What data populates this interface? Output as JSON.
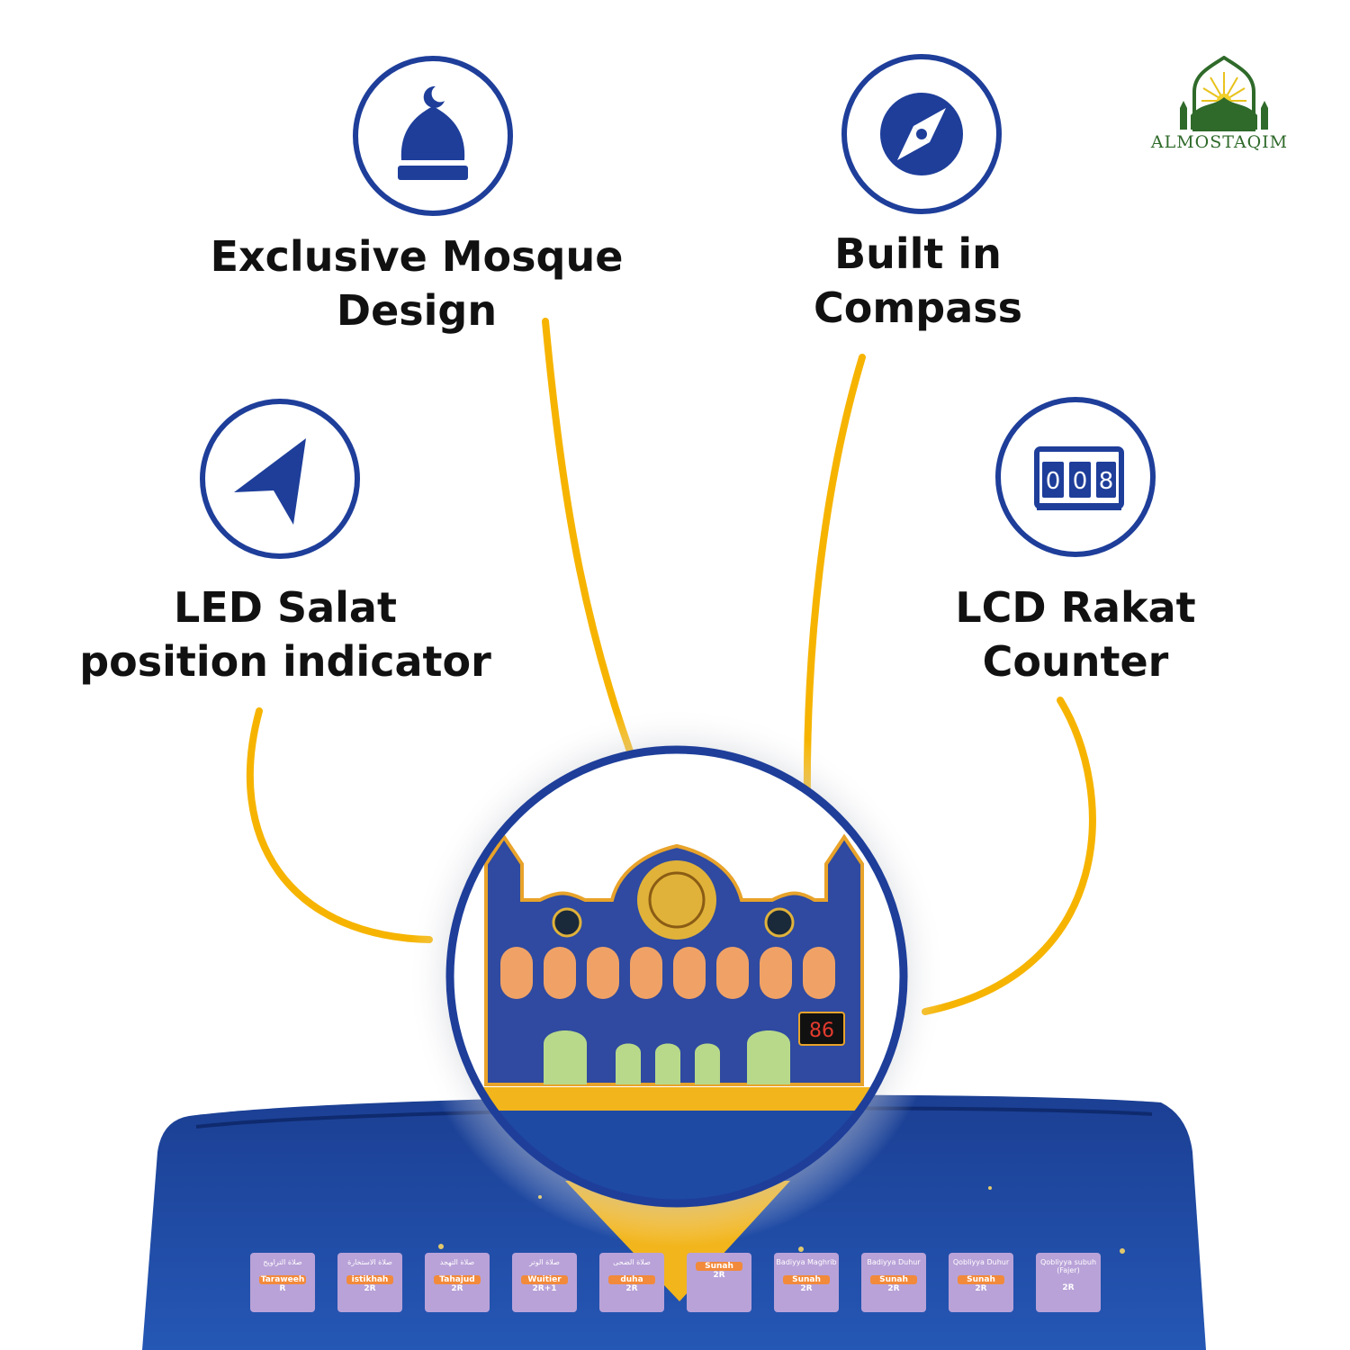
{
  "brand": {
    "name": "ALMOSTAQIM",
    "logo_icon": "mosque-logo-icon",
    "color": "#2f6a2a"
  },
  "colors": {
    "accent_blue": "#1e3e9a",
    "connector_yellow": "#f6b400",
    "mat_blue": "#1d4aa0"
  },
  "features": [
    {
      "icon": "mosque-dome-icon",
      "lines": [
        "Exclusive Mosque",
        "Design"
      ]
    },
    {
      "icon": "compass-icon",
      "lines": [
        "Built in",
        "Compass"
      ]
    },
    {
      "icon": "location-arrow-icon",
      "lines": [
        "LED Salat",
        "position indicator"
      ]
    },
    {
      "icon": "counter-icon",
      "lines": [
        "LCD Rakat",
        "Counter"
      ],
      "digits": [
        "0",
        "0",
        "8"
      ]
    }
  ],
  "product": {
    "mosque_panel": {
      "lcd_value": "86"
    },
    "prayer_cards": [
      {
        "arabic": "صلاة التراويح",
        "name": "Taraweeh",
        "rakat": "R"
      },
      {
        "arabic": "صلاة الاستخارة",
        "name": "istikhah",
        "rakat": "2R"
      },
      {
        "arabic": "صلاة التهجد",
        "name": "Tahajud",
        "rakat": "2R"
      },
      {
        "arabic": "صلاة الوتر",
        "name": "Wuitier",
        "rakat": "2R+1"
      },
      {
        "arabic": "صلاة الضحى",
        "name": "duha",
        "rakat": "2R"
      },
      {
        "arabic": "",
        "name": "Sunah",
        "rakat": "2R"
      },
      {
        "arabic": "Badiyya Maghrib",
        "name": "Sunah",
        "rakat": "2R"
      },
      {
        "arabic": "Badiyya Duhur",
        "name": "Sunah",
        "rakat": "2R"
      },
      {
        "arabic": "Qobliyya Duhur",
        "name": "Sunah",
        "rakat": "2R"
      },
      {
        "arabic": "Qobliyya subuh (Fajer)",
        "name": "",
        "rakat": "2R"
      }
    ]
  }
}
